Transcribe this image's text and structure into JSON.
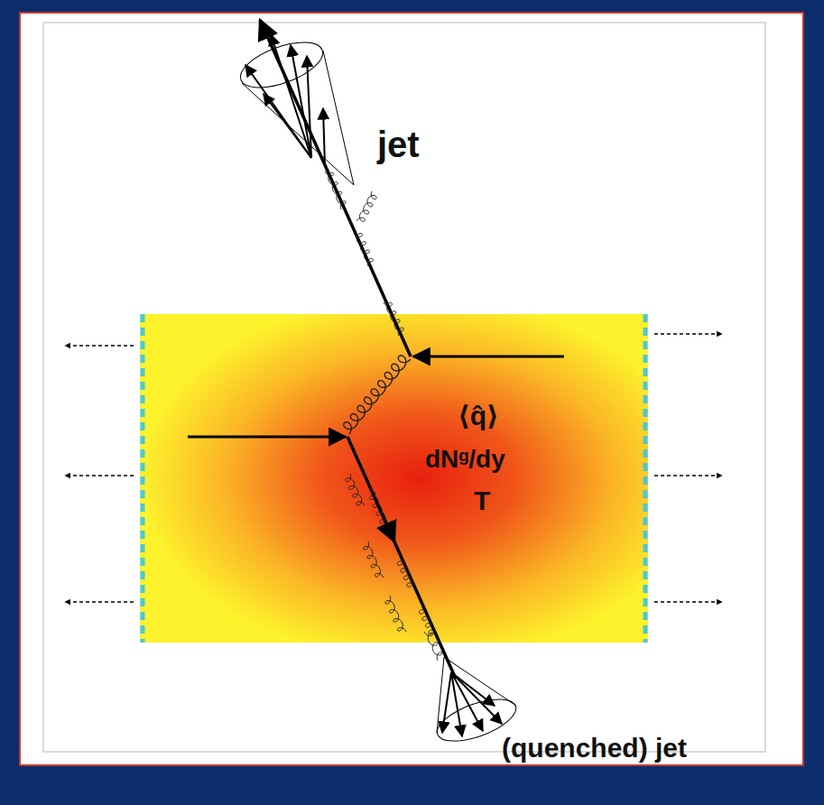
{
  "diagram": {
    "nodes": [
      {
        "text": [
          "⟨q̂⟩",
          "dNᵍ/dy",
          "T"
        ]
      }
    ],
    "labels": [
      "jet",
      "(quenched) jet"
    ]
  }
}
